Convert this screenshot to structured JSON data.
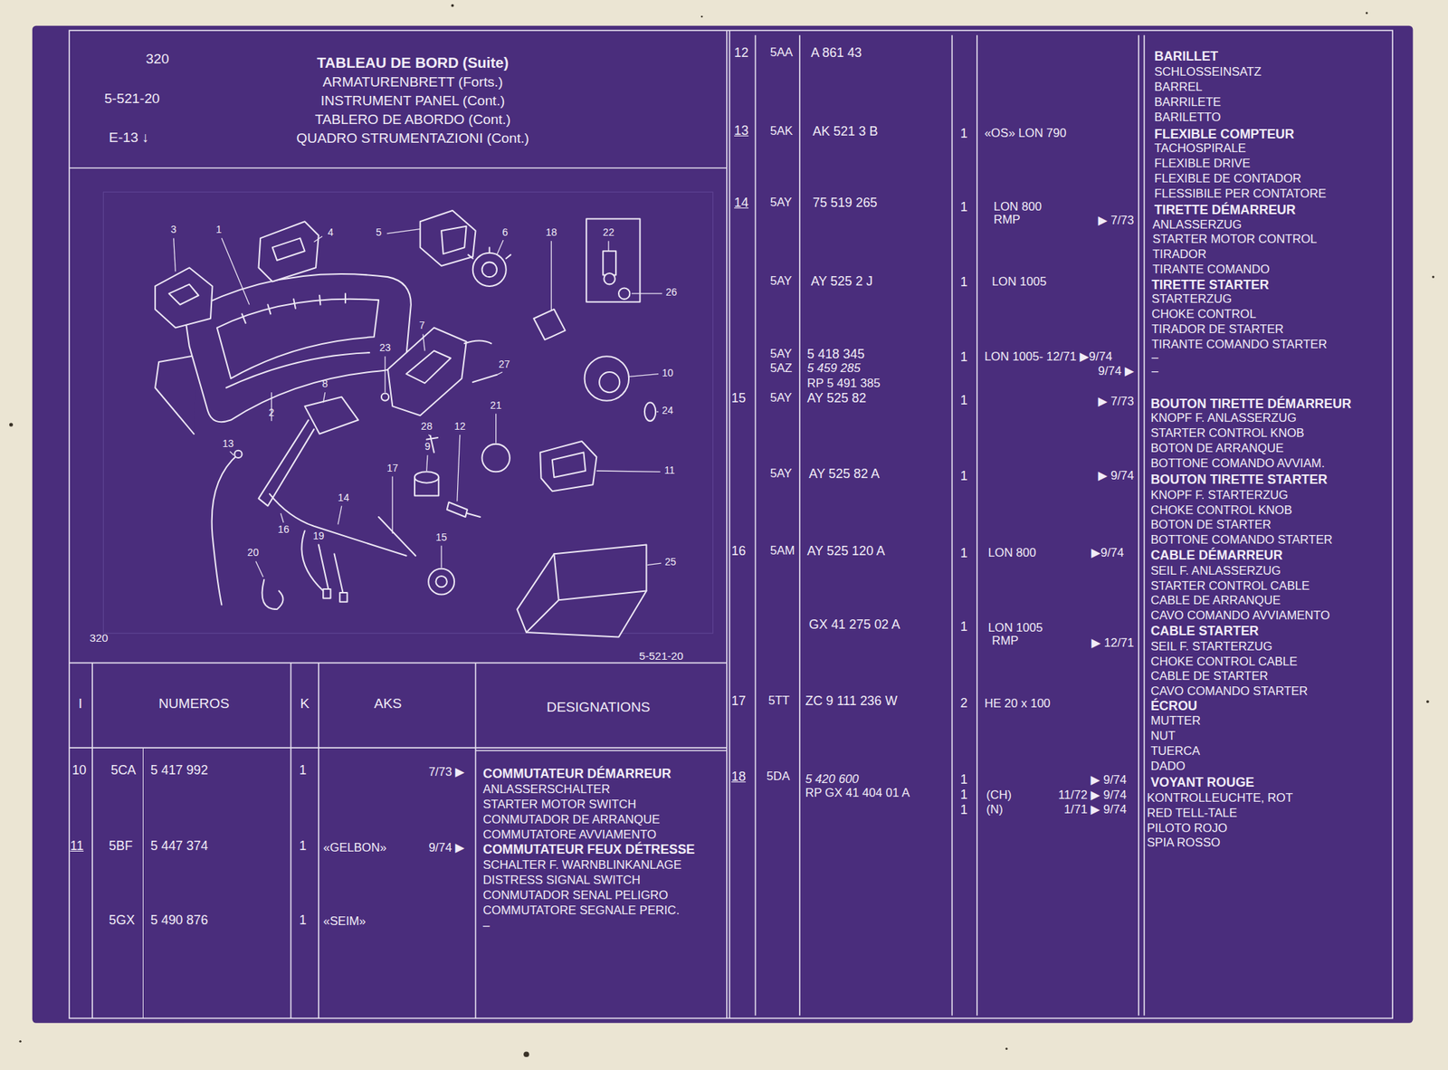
{
  "diagram": {
    "title": "TABLEAU DE BORD (Suite)",
    "labels": [
      "320",
      "5-521-20",
      "E-13 ↓",
      "ARMATURENBRETT (Forts.)",
      "INSTRUMENT PANEL (Cont.)",
      "TABLERO DE ABORDO (Cont.)",
      "QUADRO STRUMENTAZIONI (Cont.)",
      "3",
      "1",
      "4",
      "5",
      "6",
      "18",
      "22",
      "26",
      "10",
      "27",
      "23",
      "7",
      "24",
      "21",
      "28",
      "12",
      "9",
      "8",
      "11",
      "13",
      "17",
      "14",
      "16",
      "19",
      "15",
      "20",
      "25",
      "2",
      "320",
      "5-521-20",
      "I",
      "NUMEROS",
      "K",
      "AKS",
      "DESIGNATIONS",
      "10",
      "5CA",
      "5 417 992",
      "1",
      "7/73 ▶",
      "COMMUTATEUR DÉMARREUR",
      "ANLASSERSCHALTER",
      "STARTER MOTOR SWITCH",
      "CONMUTADOR DE ARRANQUE",
      "COMMUTATORE AVVIAMENTO",
      "11",
      "5BF",
      "5 447 374",
      "1",
      "«GELBON»",
      "9/74 ▶",
      "COMMUTATEUR FEUX DÉTRESSE",
      "SCHALTER F. WARNBLINKANLAGE",
      "DISTRESS SIGNAL SWITCH",
      "CONMUTADOR SENAL PELIGRO",
      "COMMUTATORE SEGNALE PERIC.",
      "–",
      "5GX",
      "5 490 876",
      "1",
      "«SEIM»",
      "12",
      "5AA",
      "A 861 43",
      "BARILLET",
      "SCHLOSSEINSATZ",
      "BARREL",
      "BARRILETE",
      "BARILETTO",
      "13",
      "5AK",
      "AK 521 3 B",
      "1",
      "«OS» LON 790",
      "FLEXIBLE COMPTEUR",
      "TACHOSPIRALE",
      "FLEXIBLE DRIVE",
      "FLEXIBLE DE CONTADOR",
      "FLESSIBILE PER CONTATORE",
      "14",
      "5AY",
      "75 519 265",
      "1",
      "LON 800",
      "RMP",
      "▶ 7/73",
      "TIRETTE DÉMARREUR",
      "ANLASSERZUG",
      "STARTER MOTOR CONTROL",
      "TIRADOR",
      "TIRANTE COMANDO",
      "5AY",
      "AY 525 2 J",
      "1",
      "LON 1005",
      "TIRETTE STARTER",
      "STARTERZUG",
      "CHOKE CONTROL",
      "TIRADOR DE STARTER",
      "TIRANTE COMANDO STARTER",
      "5AY",
      "5AZ",
      "5 418 345",
      "5 459 285",
      "RP 5 491 385",
      "1",
      "LON 1005- 12/71 ▶9/74",
      "9/74 ▶",
      "–",
      "–",
      "15",
      "5AY",
      "AY 525 82",
      "1",
      "▶ 7/73",
      "BOUTON TIRETTE DÉMARREUR",
      "KNOPF F. ANLASSERZUG",
      "STARTER CONTROL KNOB",
      "BOTON DE ARRANQUE",
      "BOTTONE COMANDO AVVIAM.",
      "5AY",
      "AY 525 82 A",
      "1",
      "▶ 9/74",
      "BOUTON TIRETTE STARTER",
      "KNOPF F. STARTERZUG",
      "CHOKE CONTROL KNOB",
      "BOTON DE STARTER",
      "BOTTONE COMANDO STARTER",
      "16",
      "5AM",
      "AY 525 120 A",
      "1",
      "LON 800",
      "▶9/74",
      "CABLE DÉMARREUR",
      "SEIL F. ANLASSERZUG",
      "STARTER CONTROL CABLE",
      "CABLE DE ARRANQUE",
      "CAVO COMANDO AVVIAMENTO",
      "GX 41 275 02 A",
      "1",
      "LON 1005",
      "RMP",
      "▶ 12/71",
      "CABLE STARTER",
      "SEIL F. STARTERZUG",
      "CHOKE CONTROL CABLE",
      "CABLE DE STARTER",
      "CAVO COMANDO STARTER",
      "17",
      "5TT",
      "ZC 9 111 236 W",
      "2",
      "HE 20 x 100",
      "ÉCROU",
      "MUTTER",
      "NUT",
      "TUERCA",
      "DADO",
      "18",
      "5DA",
      "5 420 600",
      "RP GX 41 404 01 A",
      "1",
      "1",
      "1",
      "▶ 9/74",
      "(CH)",
      "11/72 ▶ 9/74",
      "(N)",
      "1/71 ▶ 9/74",
      "VOYANT ROUGE",
      "KONTROLLEUCHTE, ROT",
      "RED TELL-TALE",
      "PILOTO ROJO",
      "SPIA ROSSO"
    ]
  }
}
